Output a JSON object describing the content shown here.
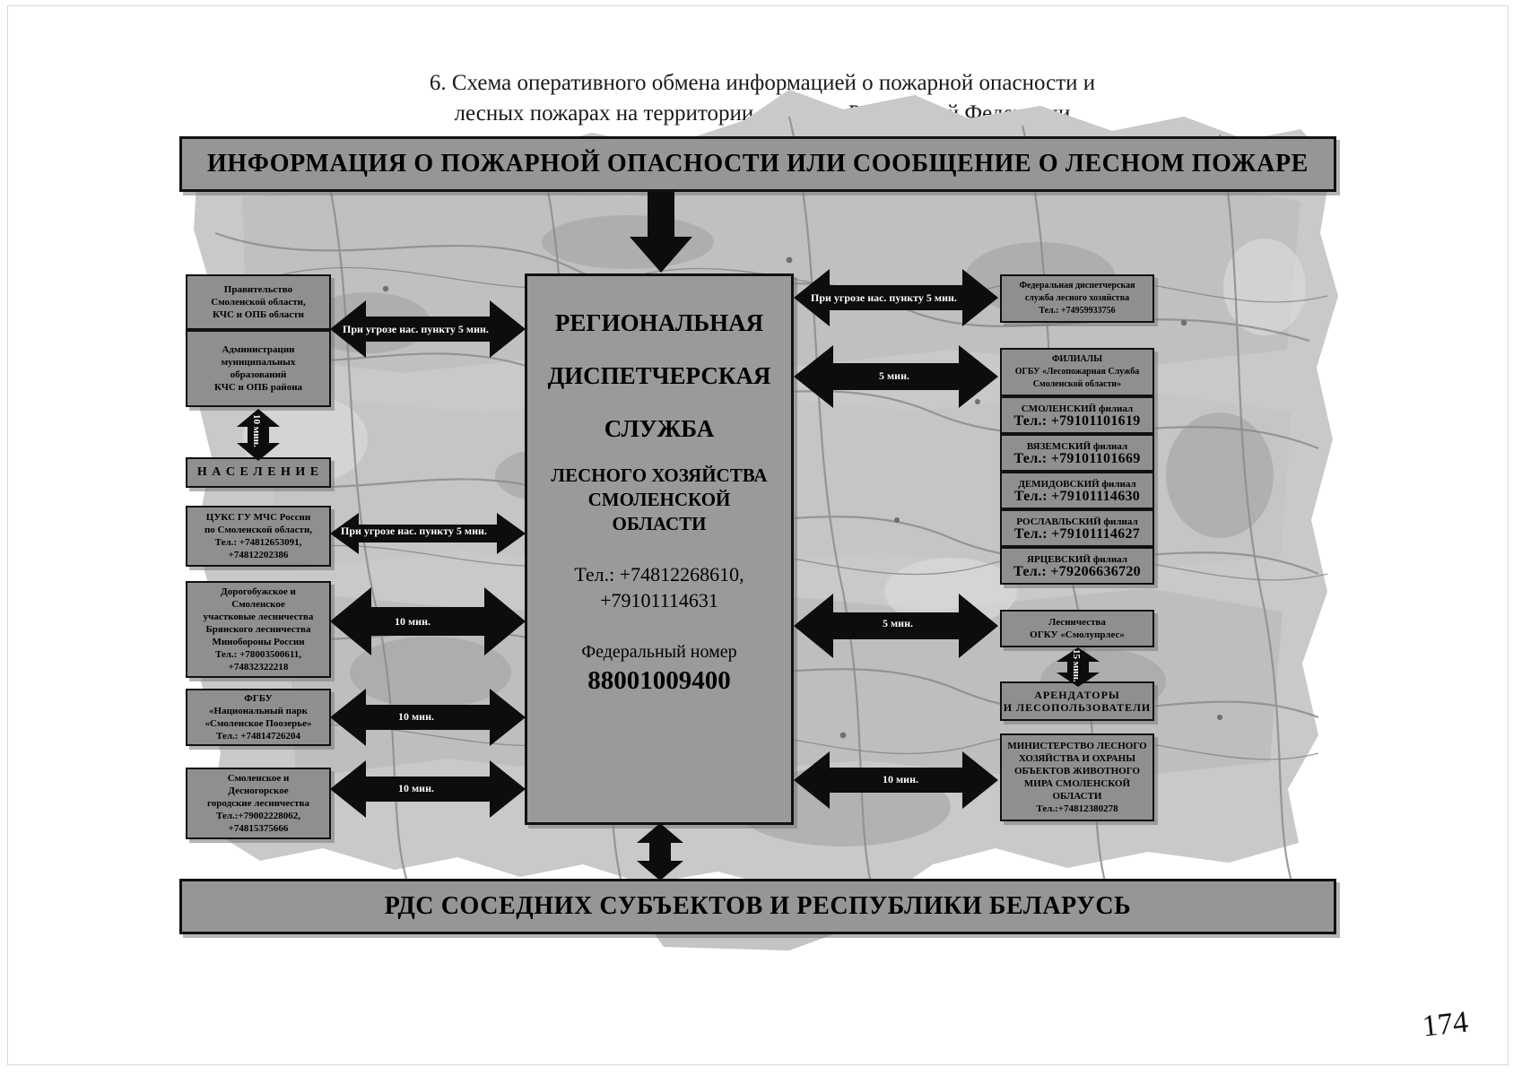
{
  "title": {
    "line1": "6. Схема оперативного обмена информацией о пожарной опасности и",
    "line2": "лесных пожарах на территории субъекта Российской Федерации"
  },
  "banners": {
    "top": "ИНФОРМАЦИЯ О ПОЖАРНОЙ ОПАСНОСТИ ИЛИ СООБЩЕНИЕ О ЛЕСНОМ ПОЖАРЕ",
    "bottom": "РДС СОСЕДНИХ СУБЪЕКТОВ И РЕСПУБЛИКИ БЕЛАРУСЬ"
  },
  "central": {
    "name_line1": "РЕГИОНАЛЬНАЯ",
    "name_line2": "ДИСПЕТЧЕРСКАЯ",
    "name_line3": "СЛУЖБА",
    "sub_line1": "ЛЕСНОГО ХОЗЯЙСТВА",
    "sub_line2": "СМОЛЕНСКОЙ",
    "sub_line3": "ОБЛАСТИ",
    "tel_line1": "Тел.: +74812268610,",
    "tel_line2": "+79101114631",
    "federal_label": "Федеральный номер",
    "federal_number": "88001009400"
  },
  "left_boxes": [
    {
      "name": "government",
      "lines": [
        "Правительство",
        "Смоленской области,",
        "КЧС и ОПБ области"
      ]
    },
    {
      "name": "municipal-administrations",
      "lines": [
        "Администрации",
        "муниципальных",
        "образований",
        "КЧС и ОПБ района"
      ]
    },
    {
      "name": "population",
      "lines": [
        "Н А С Е Л Е Н И Е"
      ]
    },
    {
      "name": "cuks-mchs",
      "lines": [
        "ЦУКС ГУ МЧС России",
        "по Смоленской области,",
        "Тел.: +74812653091,",
        "+74812202386"
      ]
    },
    {
      "name": "minoborony-forestry",
      "lines": [
        "Дорогобужское и",
        "Смоленское",
        "участковые лесничества",
        "Брянского лесничества",
        "Минобороны России",
        "Тел.: +78003500611,",
        "+74832322218"
      ]
    },
    {
      "name": "national-park",
      "lines": [
        "ФГБУ",
        "«Национальный парк",
        "«Смоленское Поозерье»",
        "Тел.: +74814726204"
      ]
    },
    {
      "name": "city-forestries",
      "lines": [
        "Смоленское и",
        "Десногорское",
        "городские лесничества",
        "Тел.:+79002228062,",
        "+74815375666"
      ]
    }
  ],
  "right_boxes": [
    {
      "name": "federal-dispatch-service",
      "lines": [
        "Федеральная диспетчерская",
        "служба лесного хозяйства",
        "Тел.: +74959933756"
      ]
    },
    {
      "name": "branches-header",
      "lines": [
        "ФИЛИАЛЫ",
        "ОГБУ «Лесопожарная Служба",
        "Смоленской области»"
      ]
    },
    {
      "name": "branch-smolensk",
      "title": "СМОЛЕНСКИЙ филиал",
      "tel": "Тел.: +79101101619"
    },
    {
      "name": "branch-vyazma",
      "title": "ВЯЗЕМСКИЙ филиал",
      "tel": "Тел.: +79101101669"
    },
    {
      "name": "branch-demidov",
      "title": "ДЕМИДОВСКИЙ филиал",
      "tel": "Тел.: +79101114630"
    },
    {
      "name": "branch-roslavl",
      "title": "РОСЛАВЛЬСКИЙ филиал",
      "tel": "Тел.: +79101114627"
    },
    {
      "name": "branch-yartsevo",
      "title": "ЯРЦЕВСКИЙ филиал",
      "tel": "Тел.: +79206636720"
    },
    {
      "name": "smolupless-forestries",
      "lines": [
        "Лесничества",
        "ОГКУ «Смолупрлес»"
      ]
    },
    {
      "name": "tenants-forest-users",
      "lines": [
        "АРЕНДАТОРЫ",
        "И ЛЕСОПОЛЬЗОВАТЕЛИ"
      ]
    },
    {
      "name": "ministry-forestry",
      "lines": [
        "МИНИСТЕРСТВО ЛЕСНОГО",
        "ХОЗЯЙСТВА И ОХРАНЫ",
        "ОБЪЕКТОВ ЖИВОТНОГО",
        "МИРА СМОЛЕНСКОЙ",
        "ОБЛАСТИ",
        "Тел.:+74812380278"
      ]
    }
  ],
  "arrow_labels": {
    "left_gov": "При угрозе нас. пункту 5 мин.",
    "left_population_vertical": "10 мин.",
    "left_cuks": "При угрозе нас. пункту 5 мин.",
    "left_minoborony": "10 мин.",
    "left_park": "10 мин.",
    "left_city": "10 мин.",
    "right_federal": "При угрозе нас. пункту 5 мин.",
    "right_branches": "5 мин.",
    "right_forestries": "5 мин.",
    "right_tenants_vertical": "15 мин.",
    "right_ministry": "10 мин."
  },
  "page_number": "174",
  "colors": {
    "box_fill": "#8f8f8f",
    "banner_fill": "#969696",
    "central_fill": "#9a9a9a",
    "border": "#111111",
    "arrow_fill": "#0d0d0d",
    "map_light": "#cfcfcf",
    "map_mid": "#b5b5b5"
  }
}
